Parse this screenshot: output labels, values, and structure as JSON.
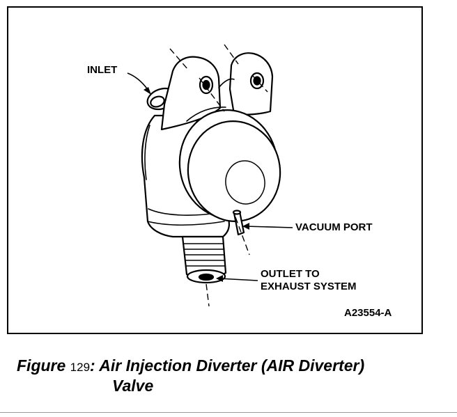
{
  "labels": {
    "inlet": "INLET",
    "vacuum_port": "VACUUM PORT",
    "outlet_line1": "OUTLET TO",
    "outlet_line2": "EXHAUST SYSTEM",
    "figure_code": "A23554-A"
  },
  "caption": {
    "prefix": "Figure",
    "number": "129",
    "title_line1": ": Air Injection Diverter (AIR Diverter)",
    "title_line2": "Valve"
  }
}
